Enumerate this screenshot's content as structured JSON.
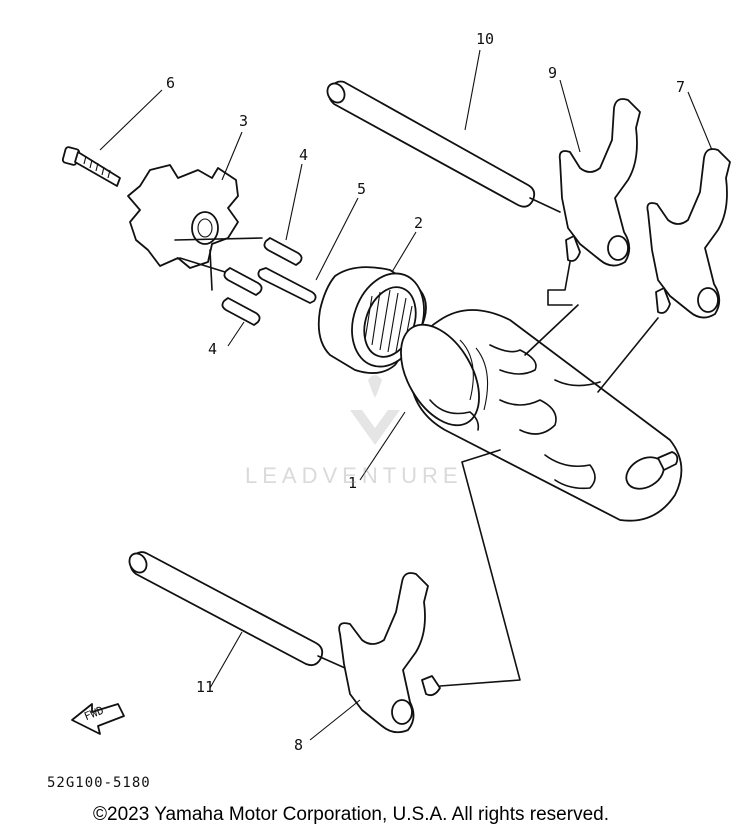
{
  "diagram": {
    "callouts": {
      "c1": "1",
      "c2": "2",
      "c3": "3",
      "c4a": "4",
      "c4b": "4",
      "c5": "5",
      "c6": "6",
      "c7": "7",
      "c8": "8",
      "c9": "9",
      "c10": "10",
      "c11": "11"
    },
    "fwd_label": "FWD",
    "part_code": "52G100-5180",
    "watermark": "LEADVENTURE",
    "copyright": "©2023 Yamaha Motor Corporation, U.S.A. All rights reserved."
  }
}
